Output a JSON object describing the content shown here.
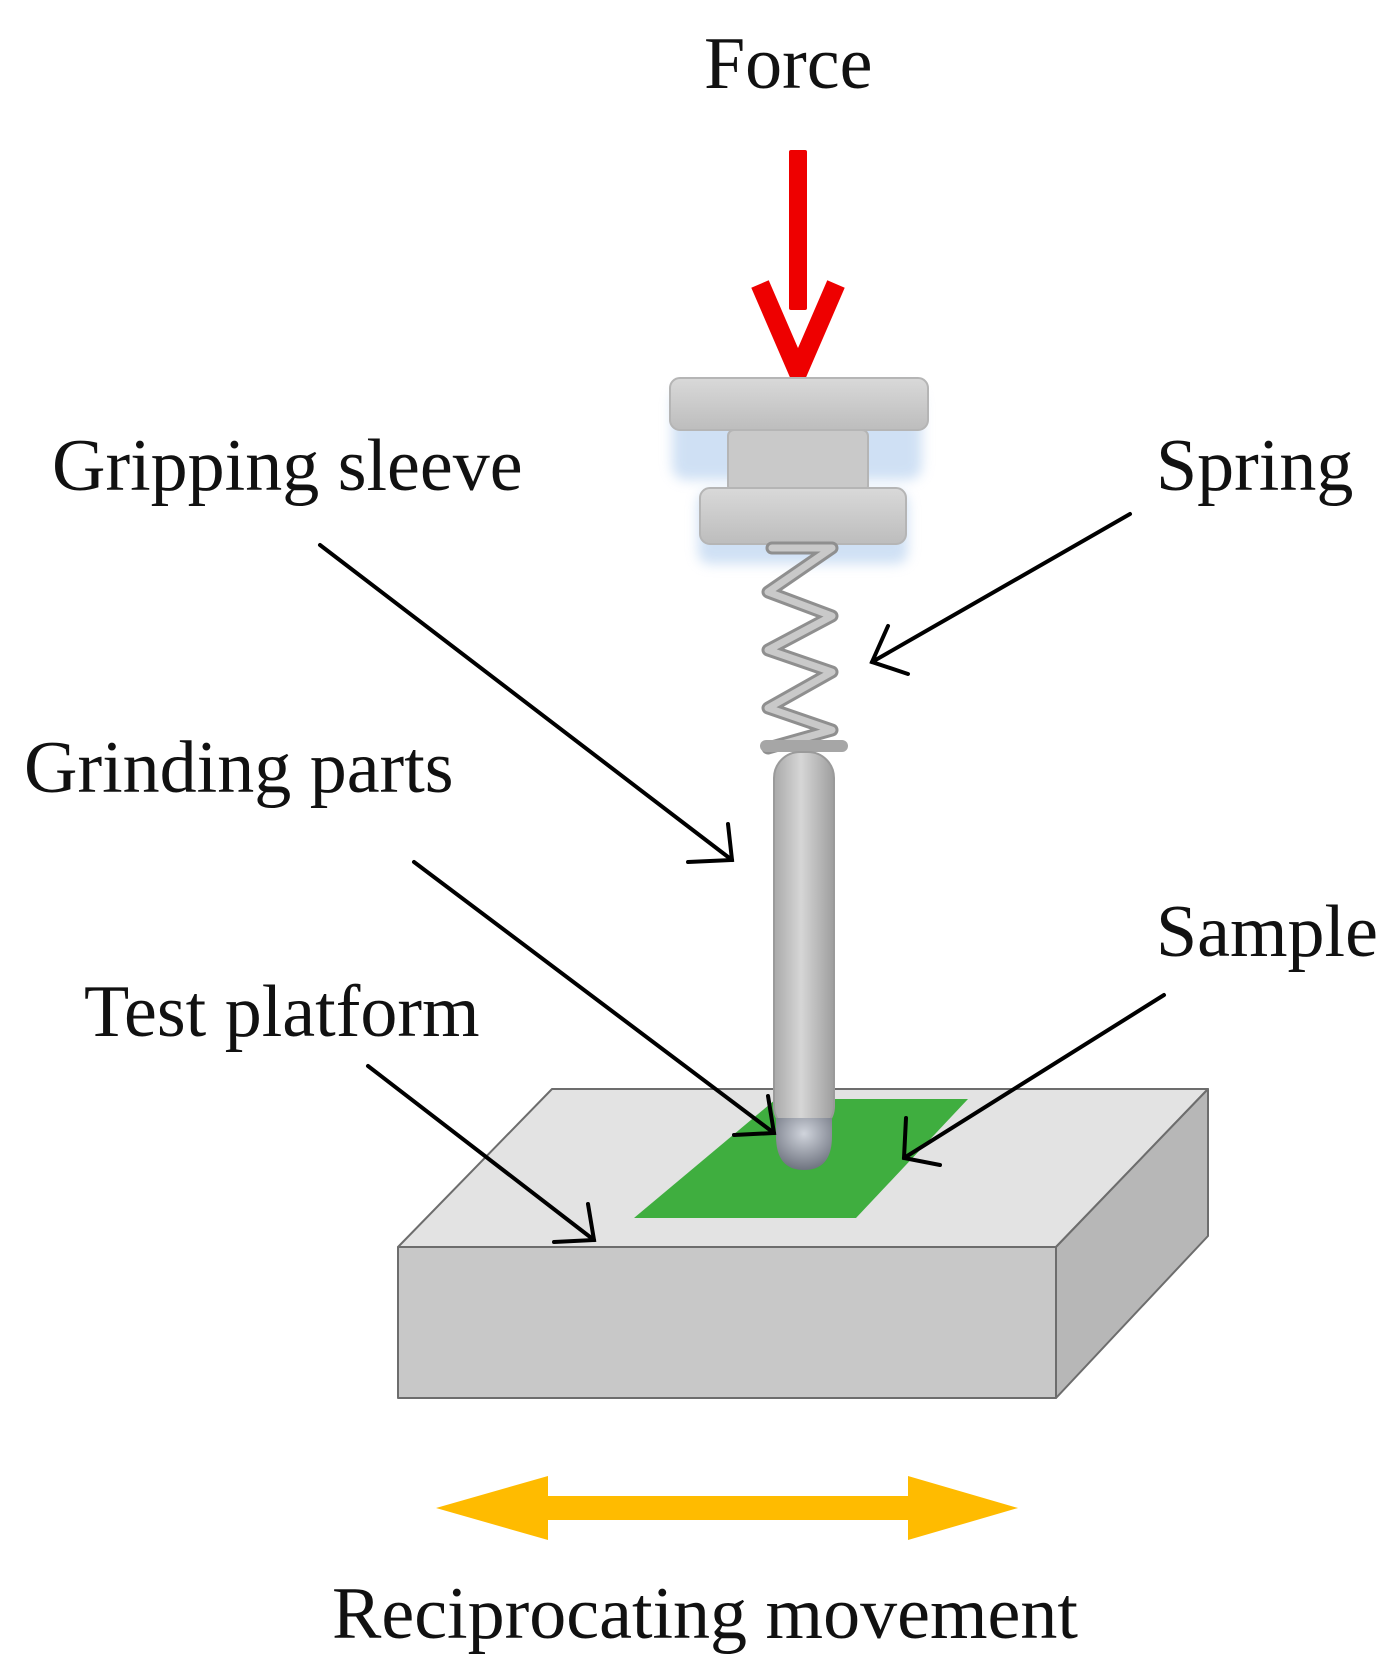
{
  "labels": {
    "force": "Force",
    "gripping_sleeve": "Gripping sleeve",
    "spring": "Spring",
    "grinding_parts": "Grinding parts",
    "sample": "Sample",
    "test_platform": "Test platform",
    "reciprocating_movement": "Reciprocating movement"
  },
  "colors": {
    "force_arrow": "#ee0000",
    "movement_arrow": "#ffbb00",
    "sample": "#3fae3f",
    "platform_top": "#e3e3e3",
    "platform_front": "#c8c8c8",
    "platform_side": "#b7b7b7",
    "metal": "#c4c4c4",
    "pointer": "#000000"
  }
}
